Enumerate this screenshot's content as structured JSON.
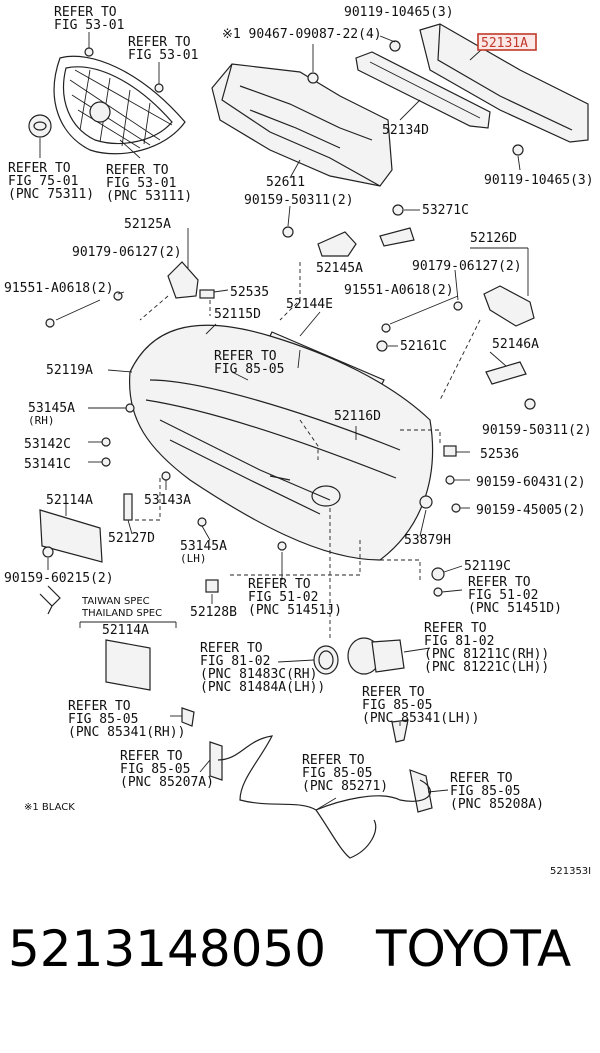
{
  "callouts": [
    {
      "id": "c01",
      "lines": [
        "REFER TO",
        "FIG 53-01"
      ]
    },
    {
      "id": "c02",
      "lines": [
        "REFER TO",
        "FIG 53-01"
      ]
    },
    {
      "id": "c03",
      "lines": [
        "※1 90467-09087-22(4)"
      ]
    },
    {
      "id": "c04",
      "lines": [
        "90119-10465(3)"
      ]
    },
    {
      "id": "c05",
      "lines": [
        "52131A"
      ],
      "highlight": true
    },
    {
      "id": "c06",
      "lines": [
        "52134D"
      ]
    },
    {
      "id": "c07",
      "lines": [
        "REFER TO",
        "FIG 75-01",
        "(PNC 75311)"
      ]
    },
    {
      "id": "c08",
      "lines": [
        "REFER TO",
        "FIG 53-01",
        "(PNC 53111)"
      ]
    },
    {
      "id": "c09",
      "lines": [
        "52611"
      ]
    },
    {
      "id": "c10",
      "lines": [
        "90119-10465(3)"
      ]
    },
    {
      "id": "c11",
      "lines": [
        "90159-50311(2)"
      ]
    },
    {
      "id": "c12",
      "lines": [
        "53271C"
      ]
    },
    {
      "id": "c13",
      "lines": [
        "52125A"
      ]
    },
    {
      "id": "c14",
      "lines": [
        "90179-06127(2)"
      ]
    },
    {
      "id": "c15",
      "lines": [
        "52126D"
      ]
    },
    {
      "id": "c16",
      "lines": [
        "90179-06127(2)"
      ]
    },
    {
      "id": "c17",
      "lines": [
        "52145A"
      ]
    },
    {
      "id": "c18",
      "lines": [
        "91551-A0618(2)"
      ]
    },
    {
      "id": "c19",
      "lines": [
        "52535"
      ]
    },
    {
      "id": "c20",
      "lines": [
        "52144E"
      ]
    },
    {
      "id": "c21",
      "lines": [
        "91551-A0618(2)"
      ]
    },
    {
      "id": "c22",
      "lines": [
        "52115D"
      ]
    },
    {
      "id": "c23",
      "lines": [
        "52146A"
      ]
    },
    {
      "id": "c24",
      "lines": [
        "52161C"
      ]
    },
    {
      "id": "c25",
      "lines": [
        "52119A"
      ]
    },
    {
      "id": "c26",
      "lines": [
        "REFER TO",
        "FIG 85-05"
      ]
    },
    {
      "id": "c27",
      "lines": [
        "53145A",
        "(RH)"
      ]
    },
    {
      "id": "c28",
      "lines": [
        "52116D"
      ]
    },
    {
      "id": "c29",
      "lines": [
        "90159-50311(2)"
      ]
    },
    {
      "id": "c30",
      "lines": [
        "53142C"
      ]
    },
    {
      "id": "c31",
      "lines": [
        "53141C"
      ]
    },
    {
      "id": "c32",
      "lines": [
        "52536"
      ]
    },
    {
      "id": "c33",
      "lines": [
        "90159-60431(2)"
      ]
    },
    {
      "id": "c34",
      "lines": [
        "52114A"
      ]
    },
    {
      "id": "c35",
      "lines": [
        "53143A"
      ]
    },
    {
      "id": "c36",
      "lines": [
        "90159-45005(2)"
      ]
    },
    {
      "id": "c37",
      "lines": [
        "52127D"
      ]
    },
    {
      "id": "c38",
      "lines": [
        "53145A",
        "(LH)"
      ]
    },
    {
      "id": "c39",
      "lines": [
        "53879H"
      ]
    },
    {
      "id": "c40",
      "lines": [
        "52119C"
      ]
    },
    {
      "id": "c41",
      "lines": [
        "90159-60215(2)"
      ]
    },
    {
      "id": "c42",
      "lines": [
        "REFER TO",
        "FIG 51-02",
        "(PNC 51451J)"
      ]
    },
    {
      "id": "c43",
      "lines": [
        "REFER TO",
        "FIG 51-02",
        "(PNC 51451D)"
      ]
    },
    {
      "id": "c44",
      "lines": [
        "52128B"
      ]
    },
    {
      "id": "c45",
      "lines": [
        "52114A"
      ]
    },
    {
      "id": "c46",
      "lines": [
        "REFER TO",
        "FIG 81-02",
        "(PNC 81483C(RH)",
        "(PNC 81484A(LH))"
      ]
    },
    {
      "id": "c47",
      "lines": [
        "REFER TO",
        "FIG 81-02",
        "(PNC 81211C(RH))",
        "(PNC 81221C(LH))"
      ]
    },
    {
      "id": "c48",
      "lines": [
        "REFER TO",
        "FIG 85-05",
        "(PNC 85341(RH))"
      ]
    },
    {
      "id": "c49",
      "lines": [
        "REFER TO",
        "FIG 85-05",
        "(PNC 85341(LH))"
      ]
    },
    {
      "id": "c50",
      "lines": [
        "REFER TO",
        "FIG 85-05",
        "(PNC 85207A)"
      ]
    },
    {
      "id": "c51",
      "lines": [
        "REFER TO",
        "FIG 85-05",
        "(PNC 85271)"
      ]
    },
    {
      "id": "c52",
      "lines": [
        "REFER TO",
        "FIG 85-05",
        "(PNC 85208A)"
      ]
    }
  ],
  "notes": {
    "spec_line1": "TAIWAN SPEC",
    "spec_line2": "THAILAND SPEC",
    "footnote": "※1 BLACK",
    "diagram_code": "521353I"
  },
  "footer": {
    "part_number": "5213148050",
    "brand": "TOYOTA"
  },
  "colors": {
    "highlight": "#c0392b"
  }
}
